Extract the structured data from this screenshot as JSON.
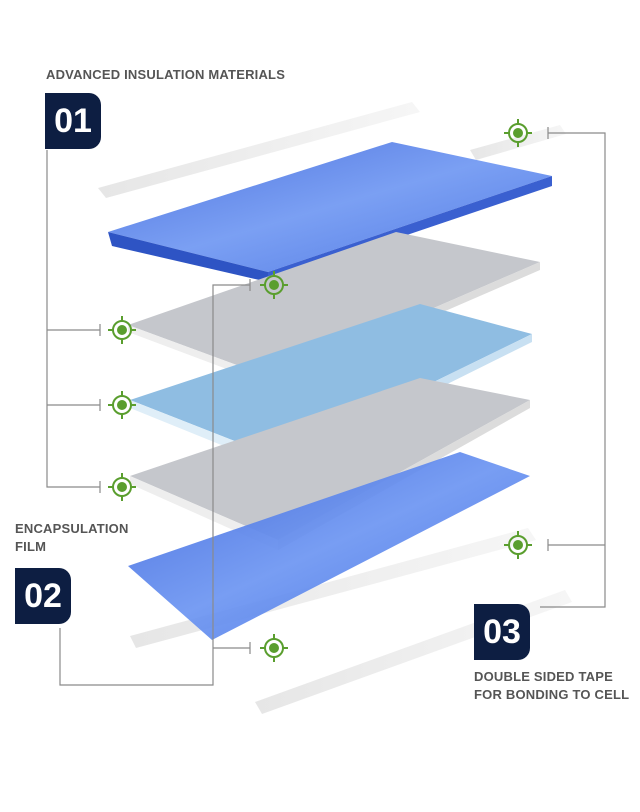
{
  "labels": {
    "insulation": "ADVANCED INSULATION MATERIALS",
    "film_line1": "ENCAPSULATION",
    "film_line2": "FILM",
    "tape_line1": "DOUBLE SIDED TAPE",
    "tape_line2": "FOR BONDING TO CELL"
  },
  "badges": [
    "01",
    "02",
    "03"
  ],
  "colors": {
    "badge": "#0d1e42",
    "target": "#5a9e2e",
    "blue_layer": "#3f6fe0",
    "gray_layer": "#c4c6cb",
    "light_blue_layer": "#8dbde3",
    "leader_line": "#8a8a8a"
  }
}
